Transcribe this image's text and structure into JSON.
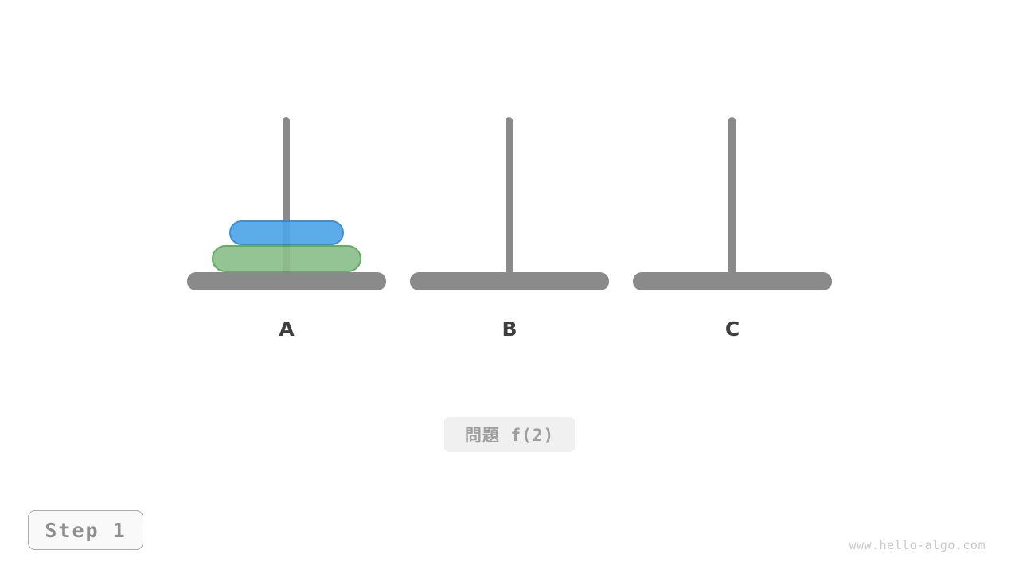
{
  "figure": {
    "type": "tower-of-hanoi-diagram",
    "problem_badge": {
      "text": "問題 f(2)"
    },
    "step_badge": {
      "text": "Step 1"
    },
    "watermark": {
      "text": "www.hello-algo.com"
    }
  },
  "pegs": [
    {
      "label": "A",
      "disks": [
        {
          "name": "disk-1-small-blue",
          "size": 1,
          "fill": "#4FA6E9",
          "border": "#2B87D6"
        },
        {
          "name": "disk-2-large-green",
          "size": 2,
          "fill": "#8DBF8B",
          "border": "#57A458"
        }
      ]
    },
    {
      "label": "B",
      "disks": []
    },
    {
      "label": "C",
      "disks": []
    }
  ],
  "colors": {
    "background": "#FFFFFF",
    "peg_gray": "#8A8A8A",
    "peg_label_text": "#3F3F3F",
    "problem_badge_bg": "#F0F0F0",
    "problem_badge_text": "#9E9E9E",
    "step_badge_bg": "#F9F9F9",
    "step_badge_border": "#ABABAB",
    "step_badge_text": "#8F8F8F",
    "watermark_text": "#C9C9C9"
  }
}
